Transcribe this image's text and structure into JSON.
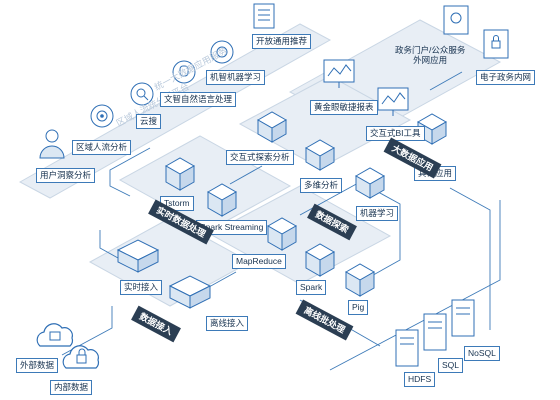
{
  "colors": {
    "line": "#3d7ab8",
    "plate": "#e8eef5",
    "plate_edge": "#c9d6e4",
    "zone_bg": "#2b3e53",
    "icon_fill": "#ffffff",
    "icon_stroke": "#2f6fb5"
  },
  "zones": {
    "top_left": "",
    "realtime": "实时数据处理",
    "explore": "数据探索",
    "batch": "离线批处理",
    "ingest": "数据接入",
    "apps": "大数据应用"
  },
  "watermarks": {
    "upper": "统一大数据应用服务",
    "lower": "区域人流统分析平台"
  },
  "services": {
    "open_recommend": "开放通用推荐",
    "ml_intel": "机智机器学习",
    "nlp": "文智自然语言处理",
    "cloud_search": "云搜",
    "crowd": "区域人流分析",
    "user_profile": "用户洞察分析"
  },
  "explore": {
    "interactive": "交互式探索分析",
    "multidim": "多维分析",
    "ml": "机器学习"
  },
  "apps": {
    "gov_portal": "政务门户/公众服务\n外网应用",
    "gov_intranet": "电子政务内网",
    "bi_report": "黄金眼敏捷报表",
    "bi_tool": "交互式BI工具",
    "other": "其他应用"
  },
  "realtime": {
    "tstorm": "Tstorm",
    "spark_streaming": "Spark Streaming"
  },
  "batch": {
    "mapreduce": "MapReduce",
    "spark": "Spark",
    "pig": "Pig"
  },
  "ingest": {
    "realtime": "实时接入",
    "offline": "离线接入"
  },
  "sources": {
    "external": "外部数据",
    "internal": "内部数据"
  },
  "storage": {
    "hdfs": "HDFS",
    "sql": "SQL",
    "nosql": "NoSQL"
  }
}
